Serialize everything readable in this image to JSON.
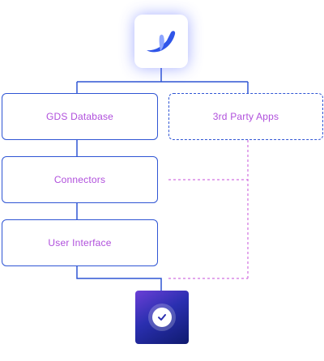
{
  "diagram": {
    "nodes": {
      "gds_database": "GDS Database",
      "third_party_apps": "3rd Party Apps",
      "connectors": "Connectors",
      "user_interface": "User Interface"
    },
    "top_icon": "brand-logo-icon",
    "bottom_icon": "check-badge-icon",
    "colors": {
      "line": "#2f55d4",
      "dashed_link": "#d070e0",
      "label": "#b04fdc",
      "badge_gradient_start": "#6b3fd6",
      "badge_gradient_end": "#0f1a6e"
    }
  }
}
